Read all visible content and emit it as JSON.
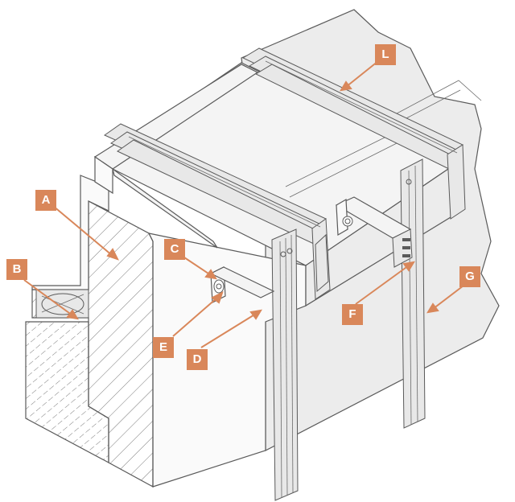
{
  "accent_color": "#d9875a",
  "labels": [
    {
      "id": "A",
      "text": "A"
    },
    {
      "id": "B",
      "text": "B"
    },
    {
      "id": "C",
      "text": "C"
    },
    {
      "id": "D",
      "text": "D"
    },
    {
      "id": "E",
      "text": "E"
    },
    {
      "id": "F",
      "text": "F"
    },
    {
      "id": "G",
      "text": "G"
    },
    {
      "id": "L",
      "text": "L"
    }
  ]
}
